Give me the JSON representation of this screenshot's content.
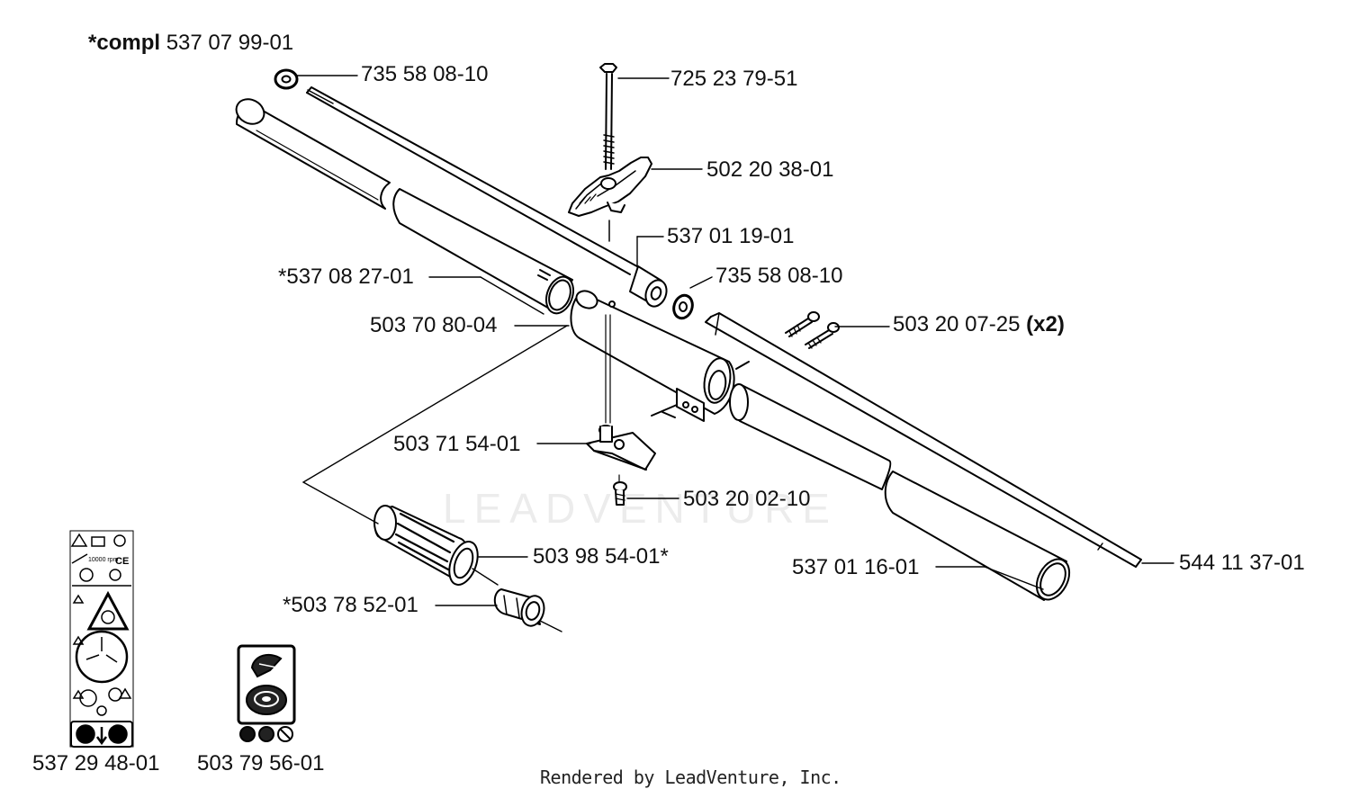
{
  "assembly": {
    "prefix": "*compl",
    "number": "537 07 99-01"
  },
  "parts": {
    "washer_top": "735 58 08-10",
    "bolt": "725 23 79-51",
    "knob": "502 20 38-01",
    "bushing": "537 01 19-01",
    "washer_mid": "735 58 08-10",
    "screws": "503 20 07-25",
    "screws_qty": "(x2)",
    "tube_upper": "*537 08 27-01",
    "clamp": "503 70 80-04",
    "bracket": "503 71 54-01",
    "screw_small": "503 20 02-10",
    "tube_lower": "537 01 16-01",
    "drive_shaft": "544 11 37-01",
    "grip": "503 98 54-01*",
    "ring": "*503 78 52-01",
    "decal_warning": "537 29 48-01",
    "decal_trimmer": "503 79 56-01"
  },
  "decal_texts": {
    "rpm": "10000 rpm",
    "ce": "CE"
  },
  "watermark": "LEADVENTURE",
  "footer": "Rendered by LeadVenture, Inc."
}
